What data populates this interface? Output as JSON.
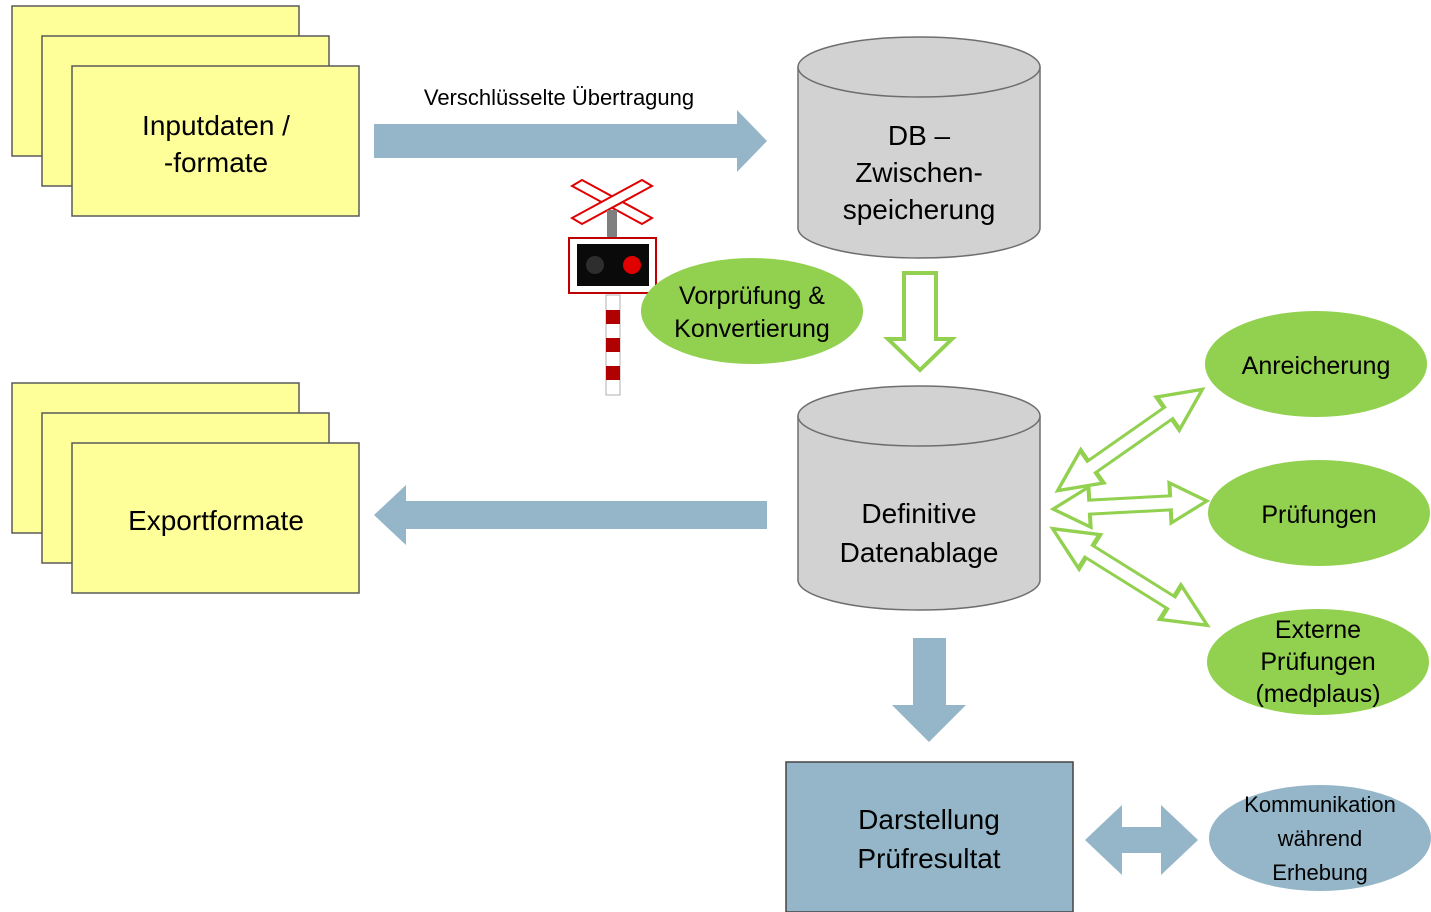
{
  "colors": {
    "note_fill": "#FFFF99",
    "note_stroke": "#5A5A5A",
    "db_fill": "#D2D2D2",
    "db_stroke": "#6E6E6E",
    "blue_arrow": "#94B6C8",
    "green": "#92D050",
    "result_box": "#94B6C8",
    "signal_red": "#E00000"
  },
  "icons": {
    "barrier": "railway-crossing-signal-icon"
  },
  "input_stack": {
    "lines": [
      "Inputdaten /",
      "-formate"
    ]
  },
  "export_stack": {
    "label": "Exportformate"
  },
  "transfer_label": "Verschlüsselte Übertragung",
  "db_staging": {
    "lines": [
      "DB –",
      "Zwischen-",
      "speicherung"
    ]
  },
  "db_final": {
    "lines": [
      "Definitive",
      "Datenablage"
    ]
  },
  "precheck": {
    "lines": [
      "Vorprüfung &",
      "Konvertierung"
    ]
  },
  "enrichment": {
    "label": "Anreicherung"
  },
  "checks": {
    "label": "Prüfungen"
  },
  "external_checks": {
    "lines": [
      "Externe",
      "Prüfungen",
      "(medplaus)"
    ]
  },
  "result": {
    "lines": [
      "Darstellung",
      "Prüfresultat"
    ]
  },
  "communication": {
    "lines": [
      "Kommunikation",
      "während",
      "Erhebung"
    ]
  }
}
